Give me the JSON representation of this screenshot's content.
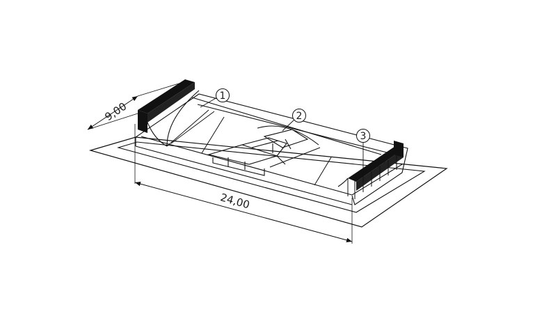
{
  "dimensions": {
    "width_label": "9,00",
    "length_label": "24,00"
  },
  "balloons": [
    {
      "label": "1"
    },
    {
      "label": "2"
    },
    {
      "label": "3"
    }
  ]
}
